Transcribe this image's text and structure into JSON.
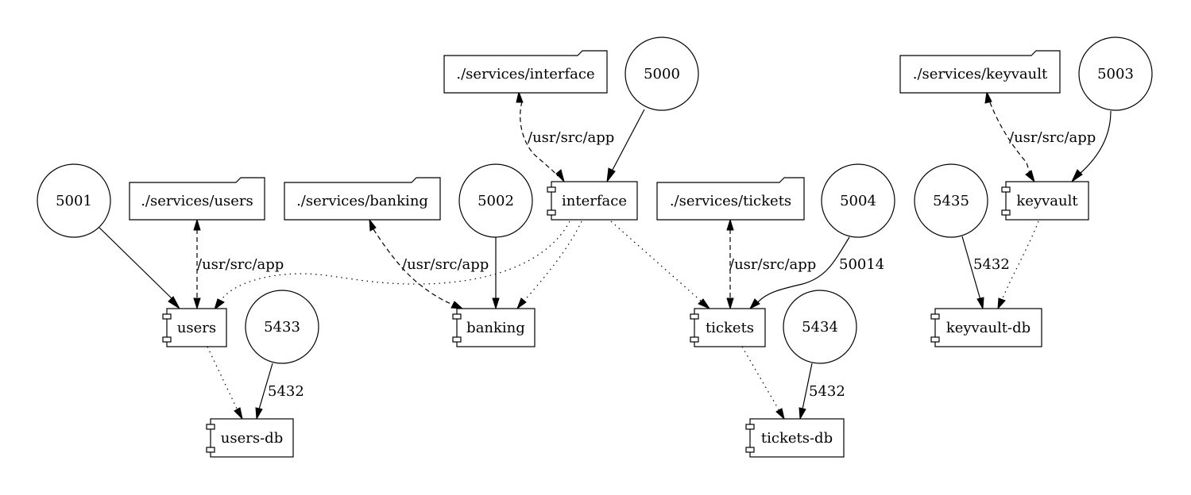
{
  "folders": {
    "interface": "./services/interface",
    "keyvault": "./services/keyvault",
    "users": "./services/users",
    "banking": "./services/banking",
    "tickets": "./services/tickets"
  },
  "ports": {
    "p5000": "5000",
    "p5003": "5003",
    "p5001": "5001",
    "p5002": "5002",
    "p5004": "5004",
    "p5435": "5435",
    "p5433": "5433",
    "p5434": "5434"
  },
  "components": {
    "interface": "interface",
    "keyvault": "keyvault",
    "users": "users",
    "banking": "banking",
    "tickets": "tickets",
    "keyvault_db": "keyvault-db",
    "users_db": "users-db",
    "tickets_db": "tickets-db"
  },
  "edge_labels": {
    "vol_interface": "/usr/src/app",
    "vol_keyvault": "/usr/src/app",
    "vol_users": "/usr/src/app",
    "vol_banking": "/usr/src/app",
    "vol_tickets": "/usr/src/app",
    "port_5004_tickets": "50014",
    "port_5435_keyvaultdb": "5432",
    "port_5433_usersdb": "5432",
    "port_5434_ticketsdb": "5432"
  }
}
